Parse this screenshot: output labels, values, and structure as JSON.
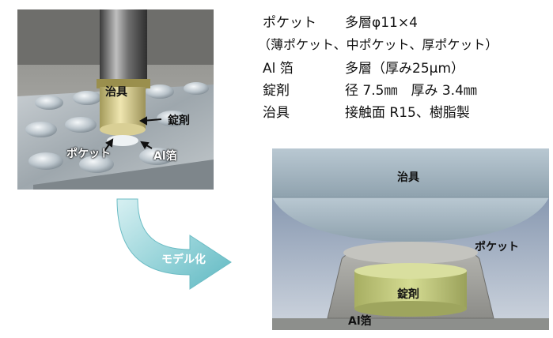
{
  "photo": {
    "labels": {
      "jig": "治具",
      "tablet": "錠剤",
      "pocket": "ポケット",
      "al_foil": "Al箔"
    }
  },
  "specs": {
    "rows": [
      {
        "key": "ポケット",
        "value": "多層φ11×4"
      },
      {
        "key": "Al 箔",
        "value": "多層（厚み25μm）"
      },
      {
        "key": "錠剤",
        "value": "径 7.5㎜　厚み 3.4㎜"
      },
      {
        "key": "治具",
        "value": "接触面 R15、樹脂製"
      }
    ],
    "pocket_note": "（薄ポケット、中ポケット、厚ポケット）"
  },
  "arrow": {
    "label": "モデル化"
  },
  "model": {
    "labels": {
      "jig": "治具",
      "pocket": "ポケット",
      "tablet": "錠剤",
      "al_foil": "Al箔"
    }
  }
}
